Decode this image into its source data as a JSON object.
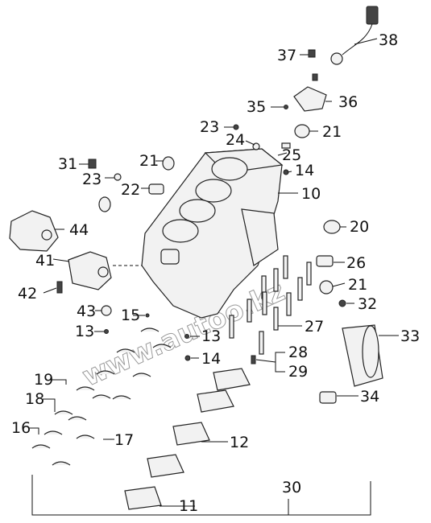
{
  "diagram": {
    "type": "exploded-parts-view",
    "watermark": "www.autoo.kz",
    "callouts": [
      "38",
      "37",
      "36",
      "35",
      "21",
      "23",
      "24",
      "25",
      "14",
      "10",
      "31",
      "23",
      "22",
      "21",
      "44",
      "20",
      "41",
      "26",
      "42",
      "21",
      "32",
      "43",
      "15",
      "27",
      "13",
      "13",
      "33",
      "14",
      "28",
      "29",
      "19",
      "18",
      "34",
      "16",
      "17",
      "12",
      "11",
      "30"
    ]
  }
}
